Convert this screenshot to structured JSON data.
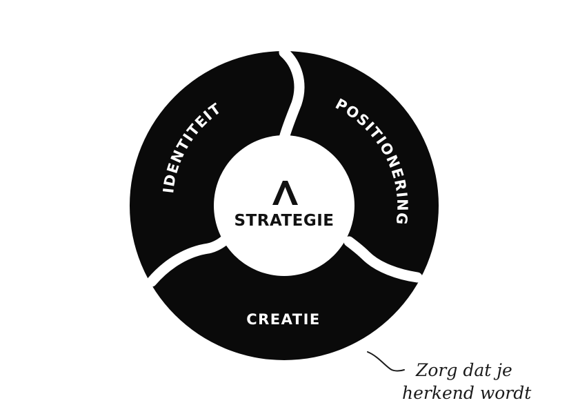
{
  "diagram": {
    "center": {
      "logo_glyph": "Λ",
      "label": "STRATEGIE"
    },
    "segments": [
      {
        "id": "identiteit",
        "label": "IDENTITEIT"
      },
      {
        "id": "positionering",
        "label": "POSITIONERING"
      },
      {
        "id": "creatie",
        "label": "CREATIE"
      }
    ],
    "annotation": {
      "line1": "Zorg dat je",
      "line2": "herkend wordt"
    },
    "colors": {
      "segment_fill": "#0a0a0a",
      "segment_text": "#ffffff",
      "center_fill": "#ffffff",
      "center_text": "#111111",
      "background": "#ffffff"
    }
  }
}
